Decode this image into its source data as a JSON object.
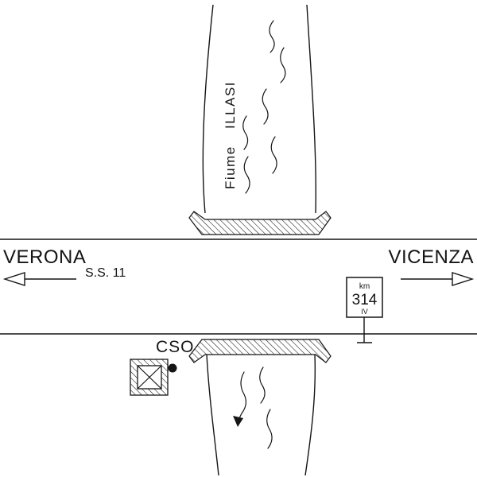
{
  "diagram": {
    "kind": "road-river-crossing-site-plan",
    "background_color": "#ffffff",
    "ink_color": "#151515"
  },
  "river": {
    "name_word1": "Fiume",
    "name_word2": "ILLASI",
    "flow_direction": "south"
  },
  "road": {
    "name": "S.S. 11",
    "destination_left": "VERONA",
    "destination_right": "VICENZA"
  },
  "km_marker": {
    "unit": "km",
    "value": "314",
    "roman": "IV"
  },
  "station": {
    "label": "CSO"
  }
}
